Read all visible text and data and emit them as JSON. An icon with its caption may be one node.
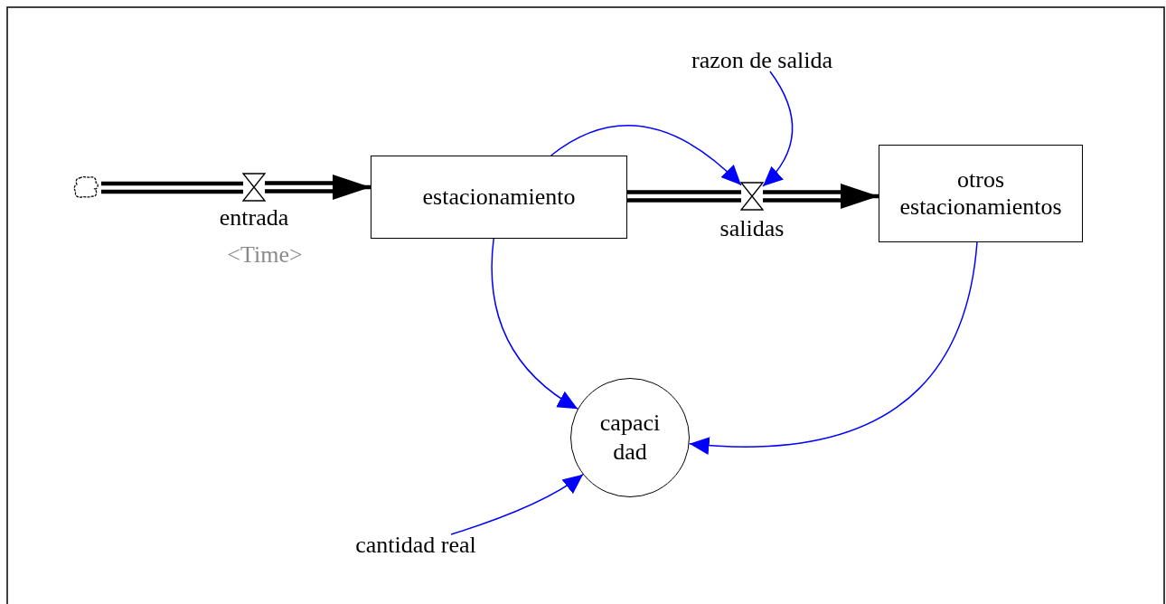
{
  "diagram": {
    "nodes": [
      {
        "text": [],
        "shape": "cloud"
      },
      {
        "text": [
          "entrada"
        ]
      },
      {
        "text": [
          "estacionamiento"
        ]
      },
      {
        "text": [
          "salidas"
        ]
      },
      {
        "text": [
          "otros estacionamientos"
        ]
      },
      {
        "text": [
          "razon de salida"
        ]
      },
      {
        "text": [
          "capacidad"
        ]
      },
      {
        "text": [
          "cantidad real"
        ]
      }
    ],
    "edges": [
      {
        "from": 0,
        "to": 1,
        "arrow": "none",
        "style": "thick",
        "color": "#000000"
      },
      {
        "from": 1,
        "to": 2,
        "arrow": "to",
        "style": "thick",
        "color": "#000000"
      },
      {
        "from": 2,
        "to": 3,
        "arrow": "none",
        "style": "thick",
        "color": "#000000"
      },
      {
        "from": 3,
        "to": 4,
        "arrow": "to",
        "style": "thick",
        "color": "#000000"
      },
      {
        "from": 2,
        "to": 3,
        "arrow": "to"
      },
      {
        "from": 5,
        "to": 3,
        "arrow": "to"
      },
      {
        "from": 2,
        "to": 6,
        "arrow": "to"
      },
      {
        "from": 4,
        "to": 6,
        "arrow": "to"
      },
      {
        "from": 7,
        "to": 6,
        "arrow": "to"
      }
    ],
    "labels": [
      "<Time>"
    ]
  }
}
